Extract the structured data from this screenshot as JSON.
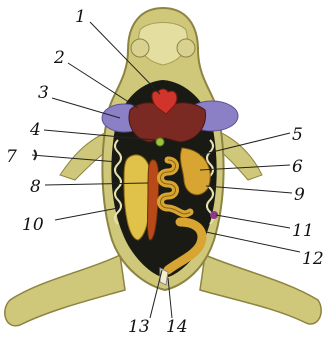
{
  "labels": [
    {
      "id": "l1",
      "text": "1"
    },
    {
      "id": "l2",
      "text": "2"
    },
    {
      "id": "l3",
      "text": "3"
    },
    {
      "id": "l4",
      "text": "4"
    },
    {
      "id": "l5",
      "text": "5"
    },
    {
      "id": "l6",
      "text": "6"
    },
    {
      "id": "l7",
      "text": "7"
    },
    {
      "id": "l8",
      "text": "8"
    },
    {
      "id": "l9",
      "text": "9"
    },
    {
      "id": "l10",
      "text": "10"
    },
    {
      "id": "l11",
      "text": "11"
    },
    {
      "id": "l12",
      "text": "12"
    },
    {
      "id": "l13",
      "text": "13"
    },
    {
      "id": "l14",
      "text": "14"
    }
  ],
  "colors": {
    "skin": "#cfc77a",
    "skin_dark": "#8c8440",
    "cavity": "#1a1a14",
    "heart": "#d0342a",
    "lung": "#8b7fc6",
    "liver": "#7a2a22",
    "gut": "#d9a532",
    "fat": "#e0c24a",
    "kidney": "#b84a1a"
  }
}
